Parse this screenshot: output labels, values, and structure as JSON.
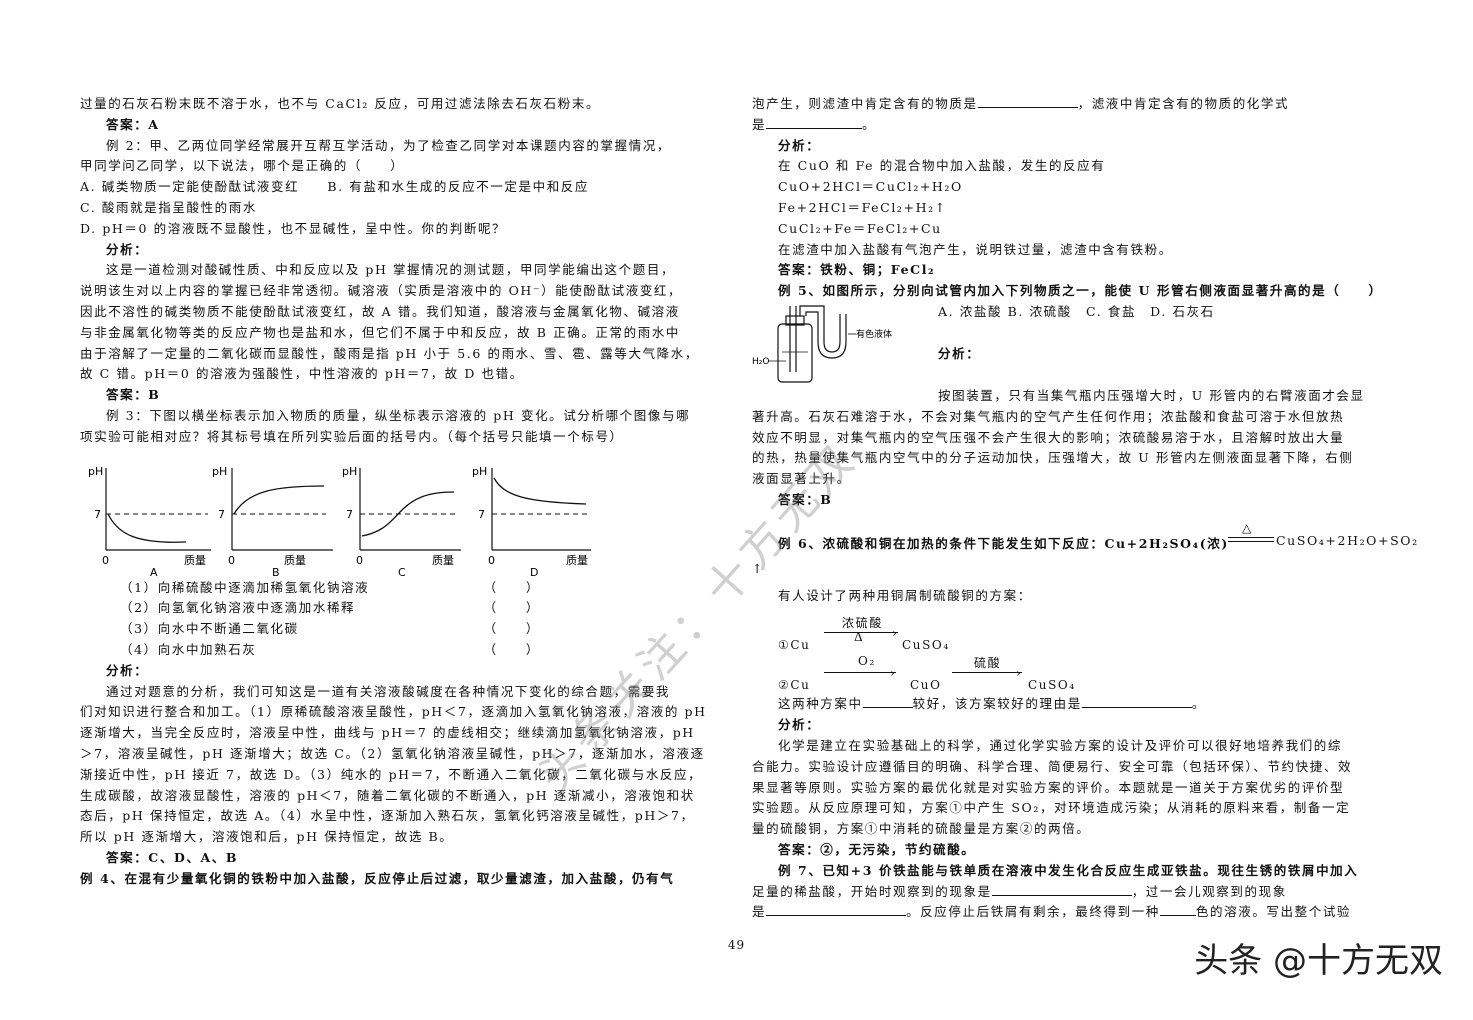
{
  "left": {
    "l1": "过量的石灰石粉末既不溶于水，也不与 CaCl₂ 反应，可用过滤法除去石灰石粉末。",
    "a1": "答案：A",
    "ex2_1": "例 2：甲、乙两位同学经常展开互帮互学活动，为了检查乙同学对本课题内容的掌握情况，",
    "ex2_2": "甲同学问乙同学，以下说法，哪个是正确的（　　）",
    "optA_B": "A. 碱类物质一定能使酚酞试液变红　　B. 有盐和水生成的反应不一定是中和反应",
    "optC": "C. 酸雨就是指呈酸性的雨水",
    "optD": "D. pH＝0 的溶液既不显酸性，也不显碱性，呈中性。你的判断呢？",
    "fx": "分析：",
    "an2_1": "这是一道检测对酸碱性质、中和反应以及 pH 掌握情况的测试题，甲同学能编出这个题目，",
    "an2_2": "说明该生对以上内容的掌握已经非常透彻。碱溶液（实质是溶液中的 OH⁻）能使酚酞试液变红，",
    "an2_3": "因此不溶性的碱类物质不能使酚酞试液变红，故 A 错。我们知道，酸溶液与金属氧化物、碱溶液",
    "an2_4": "与非金属氧化物等类的反应产物也是盐和水，但它们不属于中和反应，故 B 正确。正常的雨水中",
    "an2_5": "由于溶解了一定量的二氧化碳而显酸性，酸雨是指 pH 小于 5.6 的雨水、雪、雹、露等大气降水，",
    "an2_6": "故 C 错。pH＝0 的溶液为强酸性，中性溶液的 pH＝7，故 D 也错。",
    "a2": "答案：B",
    "ex3_1": "例 3：下图以横坐标表示加入物质的质量，纵坐标表示溶液的 pH 变化。试分析哪个图像与哪",
    "ex3_2": "项实验可能相对应？将其标号填在所列实验后面的括号内。（每个括号只能填一个标号）",
    "graphs": [
      {
        "letter": "A",
        "ylabel": "pH",
        "xlabel": "质量",
        "zero": "0",
        "seven": "7"
      },
      {
        "letter": "B",
        "ylabel": "pH",
        "xlabel": "质量",
        "zero": "0",
        "seven": "7"
      },
      {
        "letter": "C",
        "ylabel": "pH",
        "xlabel": "质量",
        "zero": "0",
        "seven": "7"
      },
      {
        "letter": "D",
        "ylabel": "pH",
        "xlabel": "质量",
        "zero": "0",
        "seven": "7"
      }
    ],
    "q1": "（1）向稀硫酸中逐滴加稀氢氧化钠溶液",
    "q2": "（2）向氢氧化钠溶液中逐滴加水稀释",
    "q3": "（3）向水中不断通二氧化碳",
    "q4": "（4）向水中加熟石灰",
    "paren": "（　　）",
    "an3_1": "通过对题意的分析，我们可知这是一道有关溶液酸碱度在各种情况下变化的综合题，需要我",
    "an3_2": "们对知识进行整合和加工。（1）原稀硫酸溶液呈酸性，pH＜7，逐滴加入氢氧化钠溶液，溶液的 pH",
    "an3_3": "逐渐增大，当完全反应时，溶液呈中性，曲线与 pH＝7 的虚线相交；继续滴加氢氧化钠溶液，pH",
    "an3_4": "＞7，溶液呈碱性，pH 逐渐增大；故选 C。（2）氢氧化钠溶液呈碱性，pH＞7，逐渐加水，溶液逐",
    "an3_5": "渐接近中性，pH 接近 7，故选 D。（3）纯水的 pH＝7，不断通入二氧化碳，二氧化碳与水反应，",
    "an3_6": "生成碳酸，故溶液显酸性，溶液的 pH＜7，随着二氧化碳的不断通入，pH 逐渐减小，溶液饱和状",
    "an3_7": "态后，pH 保持恒定，故选 A。（4）水呈中性，逐渐加入熟石灰，氢氧化钙溶液呈碱性，pH＞7，",
    "an3_8": "所以 pH 逐渐增大，溶液饱和后，pH 保持恒定，故选 B。",
    "a3": "答案：C、D、A、B",
    "ex4_1": "例 4、在混有少量氧化铜的铁粉中加入盐酸，反应停止后过滤，取少量滤渣，加入盐酸，仍有气"
  },
  "right": {
    "r1a": "泡产生，则滤渣中肯定含有的物质是",
    "r1b": "，滤液中肯定含有的物质的化学式",
    "r2a": "是",
    "r2b": "。",
    "fx": "分析：",
    "r4": "在 CuO 和 Fe 的混合物中加入盐酸，发生的反应有",
    "eq1": "CuO+2HCl＝CuCl₂+H₂O",
    "eq2": "Fe+2HCl＝FeCl₂+H₂↑",
    "eq3": "CuCl₂+Fe＝FeCl₂+Cu",
    "r8": "在滤渣中加入盐酸有气泡产生，说明铁过量，滤渣中含有铁粉。",
    "a4": "答案：铁粉、铜；FeCl₂",
    "ex5": "例 5、如图所示，分别向试管内加入下列物质之一，能使 U 形管右侧液面显著升高的是（　　）",
    "ex5_opts": "A. 浓盐酸 B. 浓硫酸　C. 食盐　D. 石灰石",
    "app_liquid": "有色液体",
    "app_h2o": "H₂O",
    "an5_1": "按图装置，只有当集气瓶内压强增大时，U 形管内的右臂液面才会显",
    "an5_2": "著升高。石灰石难溶于水，不会对集气瓶内的空气产生任何作用；浓盐酸和食盐可溶于水但放热",
    "an5_3": "效应不明显，对集气瓶内的空气压强不会产生很大的影响；浓硫酸易溶于水，且溶解时放出大量",
    "an5_4": "的热，热量使集气瓶内空气中的分子运动加快，压强增大，故 U 形管内左侧液面显著下降，右侧",
    "an5_5": "液面显著上升。",
    "a5": "答案：B",
    "ex6": "例 6、浓硫酸和铜在加热的条件下能发生如下反应：Cu+2H₂SO₄(浓)",
    "ex6_delta": "△",
    "ex6_prod": "CuSO₄+2H₂O+SO₂",
    "ex6_up": "↑",
    "ex6_2": "有人设计了两种用铜屑制硫酸铜的方案：",
    "s1_start": "①Cu",
    "s1_top": "浓硫酸",
    "s1_bot": "Δ",
    "s1_end": "CuSO₄",
    "s2_start": "②Cu",
    "s2_o2": "O₂",
    "s2_mid": "CuO",
    "s2_acid": "硫酸",
    "s2_end": "CuSO₄",
    "ex6_q_a": "这两种方案中",
    "ex6_q_b": "较好，该方案较好的理由是",
    "ex6_q_c": "。",
    "an6_1": "化学是建立在实验基础上的科学，通过化学实验方案的设计及评价可以很好地培养我们的综",
    "an6_2": "合能力。实验设计应遵循目的明确、科学合理、简便易行、安全可靠（包括环保）、节约快捷、效",
    "an6_3": "果显著等原则。实验方案的最优化就是对实验方案的评价。本题就是一道关于方案优劣的评价型",
    "an6_4": "实验题。从反应原理可知，方案①中产生 SO₂，对环境造成污染；从消耗的原料来看，制备一定",
    "an6_5": "量的硫酸铜，方案①中消耗的硫酸量是方案②的两倍。",
    "a6": "答案：②，无污染，节约硫酸。",
    "ex7_1": "例 7、已知+3 价铁盐能与铁单质在溶液中发生化合反应生成亚铁盐。现往生锈的铁屑中加入",
    "ex7_2a": "足量的稀盐酸，开始时观察到的现象是",
    "ex7_2b": "，过一会儿观察到的现象",
    "ex7_3a": "是",
    "ex7_3b": "。反应停止后铁屑有剩余，最终得到一种",
    "ex7_3c": "色的溶液。写出整个试验"
  },
  "page_number": "49",
  "watermark": "头条关注：十方无双",
  "brand": "头条 @十方无双"
}
